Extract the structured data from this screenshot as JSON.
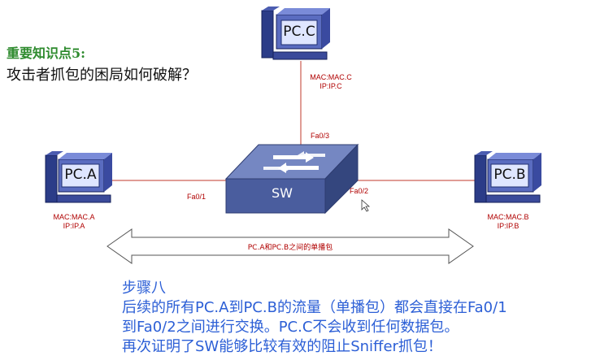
{
  "heading": {
    "topic": "重要知识点5:",
    "question": "攻击者抓包的困局如何破解？"
  },
  "nodes": {
    "pc_c": {
      "label": "PC.C",
      "mac": "MAC:MAC.C",
      "ip": "IP:IP.C"
    },
    "pc_a": {
      "label": "PC.A",
      "mac": "MAC:MAC.A",
      "ip": "IP:IP.A"
    },
    "pc_b": {
      "label": "PC.B",
      "mac": "MAC:MAC.B",
      "ip": "IP:IP.B"
    },
    "switch": {
      "label": "SW"
    }
  },
  "ports": {
    "fa0_1": "Fa0/1",
    "fa0_2": "Fa0/2",
    "fa0_3": "Fa0/3"
  },
  "arrow_label": "PC.A和PC.B之间的单播包",
  "step": {
    "title": "步骤八",
    "line1": "后续的所有PC.A到PC.B的流量（单播包）都会直接在Fa0/1",
    "line2": "到Fa0/2之间进行交换。PC.C不会收到任何数据包。",
    "line3": "再次证明了SW能够比较有效的阻止Sniffer抓包！"
  },
  "colors": {
    "link": "#c0392b",
    "switch_top": "#6d7fb8",
    "switch_side": "#3d4f8f",
    "screen": "#1a3fbf",
    "step_text": "#2c5fd6"
  }
}
